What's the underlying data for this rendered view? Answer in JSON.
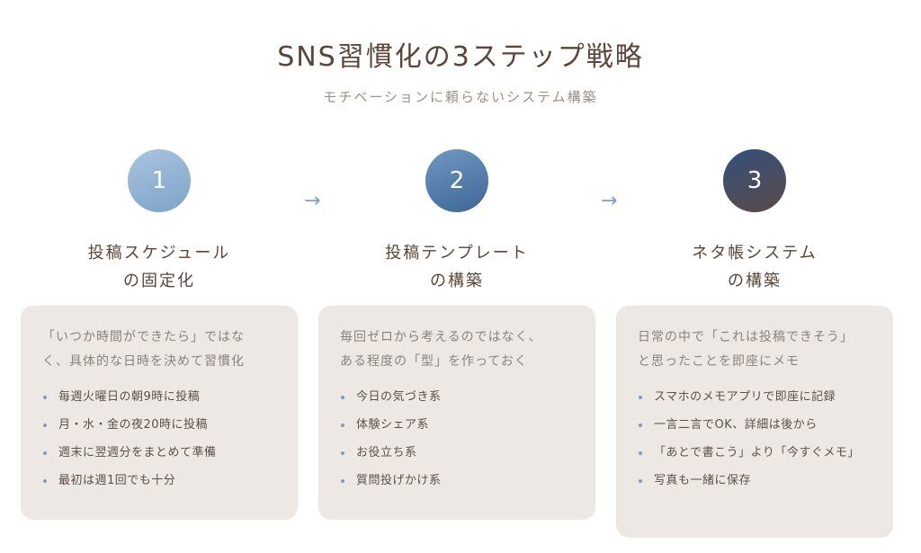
{
  "title": "SNS習慣化の3ステップ戦略",
  "subtitle": "モチベーションに頼らないシステム構築",
  "arrow_glyph": "→",
  "steps": [
    {
      "number": "1",
      "title_line1": "投稿スケジュール",
      "title_line2": "の固定化",
      "intro_line1": "「いつか時間ができたら」ではな",
      "intro_line2": "く、具体的な日時を決めて習慣化",
      "bullets": [
        "毎週火曜日の朝9時に投稿",
        "月・水・金の夜20時に投稿",
        "週末に翌週分をまとめて準備",
        "最初は週1回でも十分"
      ]
    },
    {
      "number": "2",
      "title_line1": "投稿テンプレート",
      "title_line2": "の構築",
      "intro_line1": "毎回ゼロから考えるのではなく、",
      "intro_line2": "ある程度の「型」を作っておく",
      "bullets": [
        "今日の気づき系",
        "体験シェア系",
        "お役立ち系",
        "質問投げかけ系"
      ]
    },
    {
      "number": "3",
      "title_line1": "ネタ帳システム",
      "title_line2": "の構築",
      "intro_line1": "日常の中で「これは投稿できそう」",
      "intro_line2": "と思ったことを即座にメモ",
      "bullets": [
        "スマホのメモアプリで即座に記録",
        "一言二言でOK、詳細は後から",
        "「あとで書こう」より「今すぐメモ」",
        "写真も一緒に保存"
      ]
    }
  ]
}
